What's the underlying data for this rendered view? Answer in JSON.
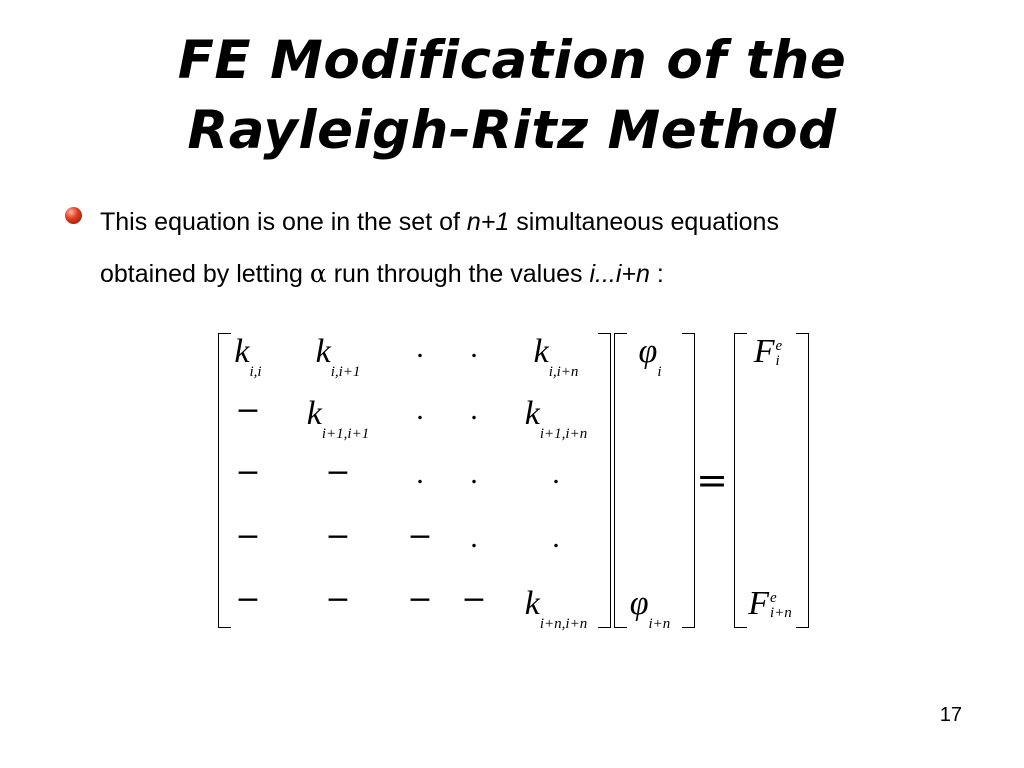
{
  "slide": {
    "title_line1": "FE Modification of the",
    "title_line2": "Rayleigh-Ritz Method",
    "bullet": {
      "part1": "This equation is one in the set of ",
      "n_plus_1": "n+1",
      "part2": " simultaneous equations",
      "part3": "obtained by letting ",
      "alpha": "α",
      "part4": " run through the values ",
      "range": "i...i+n",
      "part5": " :"
    },
    "page_number": "17"
  },
  "equation": {
    "matrix": {
      "r1": {
        "c1": {
          "base": "k",
          "sub": "i,i"
        },
        "c2": {
          "base": "k",
          "sub": "i,i+1"
        },
        "c3": ".",
        "c4": ".",
        "c5": {
          "base": "k",
          "sub": "i,i+n"
        }
      },
      "r2": {
        "c1": "−",
        "c2": {
          "base": "k",
          "sub": "i+1,i+1"
        },
        "c3": ".",
        "c4": ".",
        "c5": {
          "base": "k",
          "sub": "i+1,i+n"
        }
      },
      "r3": {
        "c1": "−",
        "c2": "−",
        "c3": ".",
        "c4": ".",
        "c5": "."
      },
      "r4": {
        "c1": "−",
        "c2": "−",
        "c3": "−",
        "c4": ".",
        "c5": "."
      },
      "r5": {
        "c1": "−",
        "c2": "−",
        "c3": "−",
        "c4": "−",
        "c5": {
          "base": "k",
          "sub": "i+n,i+n"
        }
      }
    },
    "phi": {
      "top": {
        "base": "φ",
        "sub": "i"
      },
      "bottom": {
        "base": "φ",
        "sub": "i+n"
      }
    },
    "equals": "=",
    "force": {
      "top": {
        "base": "F",
        "sup": "e",
        "sub": "i"
      },
      "bottom": {
        "base": "F",
        "sup": "e",
        "sub": "i+n"
      }
    }
  }
}
